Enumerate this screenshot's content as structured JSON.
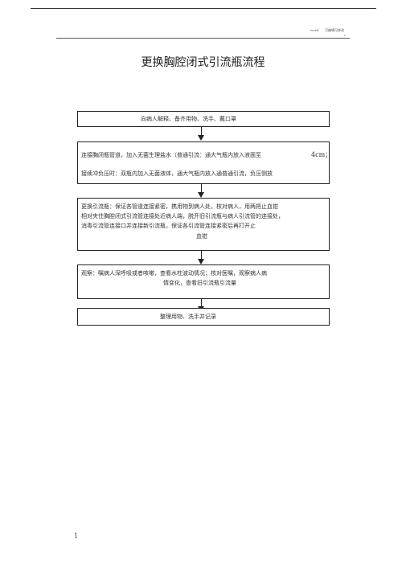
{
  "header": {
    "small_left": "word",
    "small_right": "可编辑可修改",
    "small_mark": "c"
  },
  "title": "更换胸腔闭式引流瓶流程",
  "steps": {
    "step1": {
      "text": "向病人解释、备齐用物、洗手、戴口罩"
    },
    "step2": {
      "line1": "连接胸闭瓶管道，加入无菌生理盐水（普通引流：通大气瓶内放入液面至",
      "value": "4cm；",
      "line2": "接续冲负压时：双瓶内加入无菌液体，通大气瓶内放入通普通引流，负压侧放"
    },
    "step3": {
      "line1": "更换引流瓶：保证各管道连接紧密，携用物到病人处，核对病人，用两把止血钳",
      "line2": "相对夹住胸腔闭式引流管连接处近病人端，脱开旧引流瓶与病人引流管的连接处，",
      "line3": "消毒引流管连接口并连接新引流瓶，保证各引流管连接紧密后再打开止",
      "line4": "血钳"
    },
    "step4": {
      "line1": "观察：嘱病人深呼吸或者咳嗽，查看水柱波动情况；核对医嘱，观察病人病",
      "line2": "情变化，查看旧引流瓶引流量"
    },
    "step5": {
      "text": "整理用物、洗手并记录"
    }
  },
  "page_number": "1"
}
